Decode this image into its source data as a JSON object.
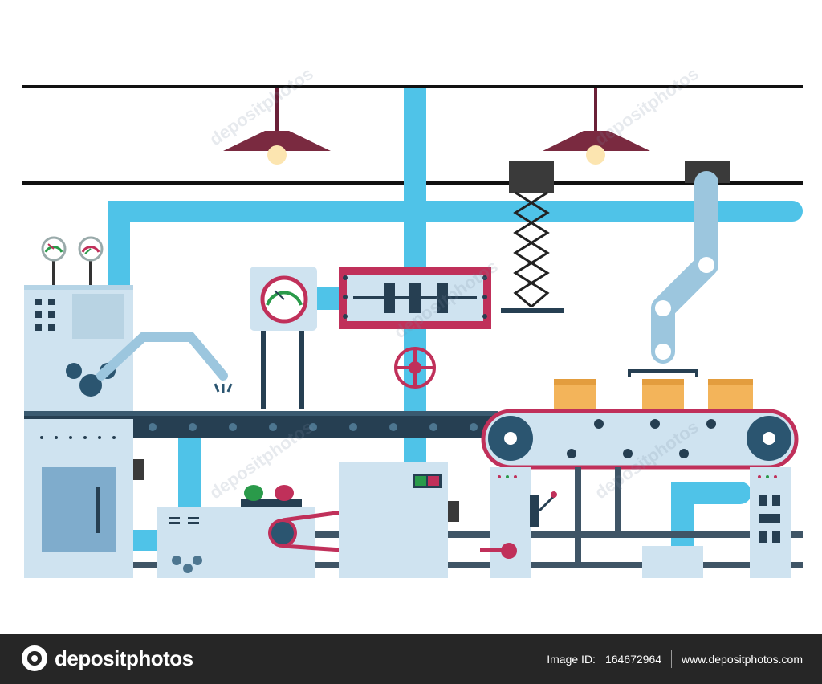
{
  "footer": {
    "brand_name": "depositphotos",
    "image_id_label": "Image ID:",
    "image_id": "164672964",
    "site_url": "www.depositphotos.com"
  },
  "watermark": {
    "text": "depositphotos"
  },
  "colors": {
    "pipe": "#4fc3e8",
    "machine": "#cfe3f0",
    "machine_dark": "#9ec6dd",
    "accent_red": "#c0305a",
    "lamp": "#7a2a40",
    "belt": "#263f52",
    "box": "#f3b45a",
    "footer_bg": "#262626"
  },
  "icons": [
    "pressure-gauge-icon",
    "gear-icon",
    "valve-wheel-icon",
    "camera-icon",
    "depositphotos-logo-icon"
  ]
}
